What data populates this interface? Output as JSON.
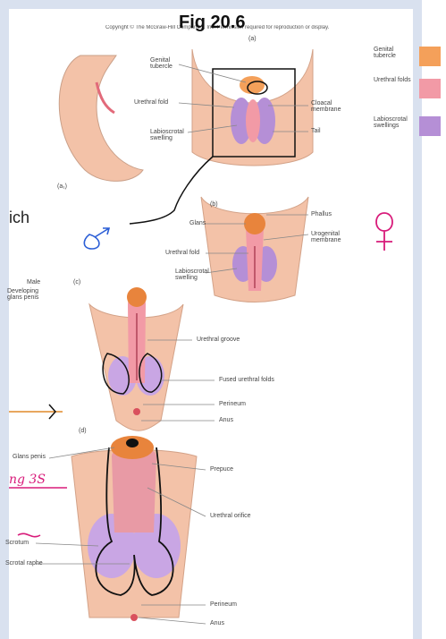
{
  "title": "Fig 20.6",
  "copyright": "Copyright © The McGraw-Hill Companies, Inc. Permission required for reproduction or display.",
  "subpanels": {
    "a": "(a)",
    "a1": "(a₁)",
    "b": "(b)",
    "c": "(c)",
    "d": "(d)"
  },
  "legend": [
    {
      "label": "Genital tubercle",
      "color": "#f4a05a"
    },
    {
      "label": "Urethral folds",
      "color": "#f29aa6"
    },
    {
      "label": "Labioscrotal swellings",
      "color": "#b58fd6"
    }
  ],
  "labels_a": {
    "genital_tubercle": "Genital tubercle",
    "urethral_fold": "Urethral fold",
    "labioscrotal_swelling": "Labioscrotal swelling",
    "cloacal_membrane": "Cloacal membrane",
    "tail": "Tail"
  },
  "labels_b": {
    "glans": "Glans",
    "urethral_fold": "Urethral fold",
    "labioscrotal_swelling": "Labioscrotal swelling",
    "phallus": "Phallus",
    "urogenital_membrane": "Urogenital membrane"
  },
  "labels_c": {
    "male": "Male",
    "developing_glans_penis": "Developing glans penis",
    "urethral_groove": "Urethral groove",
    "fused_urethral_folds": "Fused urethral folds",
    "perineum": "Perineum",
    "anus": "Anus"
  },
  "labels_d": {
    "glans_penis": "Glans penis",
    "prepuce": "Prepuce",
    "urethral_orifice": "Urethral orifice",
    "scrotum": "Scrotum",
    "scrotal_raphe": "Scrotal raphe",
    "perineum": "Perineum",
    "anus": "Anus"
  },
  "slide_fragment": "ich",
  "annotations": {
    "male_symbol": "♂",
    "female_symbol": "♀",
    "handwriting": "ng 3S"
  }
}
